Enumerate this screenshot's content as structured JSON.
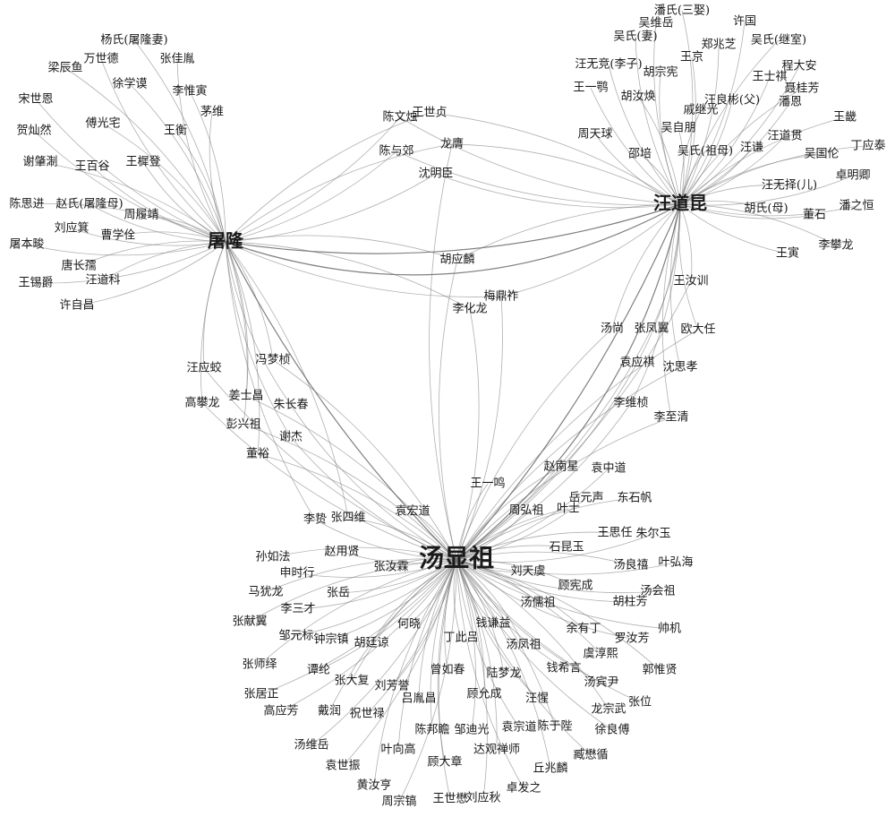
{
  "hubs": [
    {
      "id": "tang",
      "label": "汤显祖"
    },
    {
      "id": "tu",
      "label": "屠隆"
    },
    {
      "id": "wang",
      "label": "汪道昆"
    }
  ],
  "nodes": [
    {
      "label": "杨氏(屠隆妻)",
      "links": [
        "tu"
      ]
    },
    {
      "label": "万世德",
      "links": [
        "tu"
      ]
    },
    {
      "label": "梁辰鱼",
      "links": [
        "tu"
      ]
    },
    {
      "label": "张佳胤",
      "links": [
        "tu"
      ]
    },
    {
      "label": "徐学谟",
      "links": [
        "tu"
      ]
    },
    {
      "label": "宋世恩",
      "links": [
        "tu"
      ]
    },
    {
      "label": "李惟寅",
      "links": [
        "tu"
      ]
    },
    {
      "label": "茅维",
      "links": [
        "tu"
      ]
    },
    {
      "label": "傅光宅",
      "links": [
        "tu"
      ]
    },
    {
      "label": "贺灿然",
      "links": [
        "tu"
      ]
    },
    {
      "label": "王衡",
      "links": [
        "tu"
      ]
    },
    {
      "label": "王樨登",
      "links": [
        "tu"
      ]
    },
    {
      "label": "谢肇淛",
      "links": [
        "tu"
      ]
    },
    {
      "label": "王百谷",
      "links": [
        "tu"
      ]
    },
    {
      "label": "陈思进",
      "links": [
        "tu"
      ]
    },
    {
      "label": "赵氏(屠隆母)",
      "links": [
        "tu"
      ]
    },
    {
      "label": "周履靖",
      "links": [
        "tu"
      ]
    },
    {
      "label": "刘应箕",
      "links": [
        "tu"
      ]
    },
    {
      "label": "曹学佺",
      "links": [
        "tu"
      ]
    },
    {
      "label": "屠本畯",
      "links": [
        "tu"
      ]
    },
    {
      "label": "唐长孺",
      "links": [
        "tu"
      ]
    },
    {
      "label": "王锡爵",
      "links": [
        "tu"
      ]
    },
    {
      "label": "汪道科",
      "links": [
        "tu"
      ]
    },
    {
      "label": "许自昌",
      "links": [
        "tu"
      ]
    },
    {
      "label": "陈文烛",
      "links": [
        "tu",
        "wang"
      ]
    },
    {
      "label": "王世贞",
      "links": [
        "tu",
        "wang"
      ]
    },
    {
      "label": "陈与郊",
      "links": [
        "tu",
        "wang"
      ]
    },
    {
      "label": "龙膺",
      "links": [
        "tu",
        "wang",
        "tang"
      ]
    },
    {
      "label": "沈明臣",
      "links": [
        "tu",
        "wang"
      ]
    },
    {
      "label": "胡应麟",
      "links": [
        "tu",
        "wang",
        "tang"
      ]
    },
    {
      "label": "梅鼎祚",
      "links": [
        "tu",
        "wang",
        "tang"
      ]
    },
    {
      "label": "李化龙",
      "links": [
        "tu",
        "tang"
      ]
    },
    {
      "label": "汪应蛟",
      "links": [
        "tu",
        "tang"
      ]
    },
    {
      "label": "冯梦桢",
      "links": [
        "tu",
        "tang"
      ]
    },
    {
      "label": "高攀龙",
      "links": [
        "tu",
        "tang"
      ]
    },
    {
      "label": "姜士昌",
      "links": [
        "tu",
        "tang"
      ]
    },
    {
      "label": "朱长春",
      "links": [
        "tu",
        "tang"
      ]
    },
    {
      "label": "彭兴祖",
      "links": [
        "tu",
        "tang"
      ]
    },
    {
      "label": "谢杰",
      "links": [
        "tu",
        "tang"
      ]
    },
    {
      "label": "董裕",
      "links": [
        "tu",
        "tang"
      ]
    },
    {
      "label": "李贽",
      "links": [
        "tu",
        "tang"
      ]
    },
    {
      "label": "张四维",
      "links": [
        "tu",
        "tang"
      ]
    },
    {
      "label": "潘氏(三娶)",
      "links": [
        "wang"
      ]
    },
    {
      "label": "吴维岳",
      "links": [
        "wang"
      ]
    },
    {
      "label": "许国",
      "links": [
        "wang"
      ]
    },
    {
      "label": "吴氏(妻)",
      "links": [
        "wang"
      ]
    },
    {
      "label": "郑兆芝",
      "links": [
        "wang"
      ]
    },
    {
      "label": "吴氏(继室)",
      "links": [
        "wang"
      ]
    },
    {
      "label": "王京",
      "links": [
        "wang"
      ]
    },
    {
      "label": "汪无竞(李子)",
      "links": [
        "wang"
      ]
    },
    {
      "label": "程大安",
      "links": [
        "wang"
      ]
    },
    {
      "label": "胡宗宪",
      "links": [
        "wang"
      ]
    },
    {
      "label": "王士祺",
      "links": [
        "wang"
      ]
    },
    {
      "label": "王一鹗",
      "links": [
        "wang"
      ]
    },
    {
      "label": "胡汝焕",
      "links": [
        "wang"
      ]
    },
    {
      "label": "聂桂芳",
      "links": [
        "wang"
      ]
    },
    {
      "label": "汪良彬(父)",
      "links": [
        "wang"
      ]
    },
    {
      "label": "戚继光",
      "links": [
        "wang"
      ]
    },
    {
      "label": "潘恩",
      "links": [
        "wang"
      ]
    },
    {
      "label": "王畿",
      "links": [
        "wang"
      ]
    },
    {
      "label": "吴自朋",
      "links": [
        "wang"
      ]
    },
    {
      "label": "周天球",
      "links": [
        "wang"
      ]
    },
    {
      "label": "汪道贯",
      "links": [
        "wang"
      ]
    },
    {
      "label": "丁应泰",
      "links": [
        "wang"
      ]
    },
    {
      "label": "邵培",
      "links": [
        "wang"
      ]
    },
    {
      "label": "吴氏(祖母)",
      "links": [
        "wang"
      ]
    },
    {
      "label": "汪谦",
      "links": [
        "wang"
      ]
    },
    {
      "label": "吴国伦",
      "links": [
        "wang"
      ]
    },
    {
      "label": "卓明卿",
      "links": [
        "wang"
      ]
    },
    {
      "label": "汪无择(儿)",
      "links": [
        "wang"
      ]
    },
    {
      "label": "潘之恒",
      "links": [
        "wang"
      ]
    },
    {
      "label": "胡氏(母)",
      "links": [
        "wang"
      ]
    },
    {
      "label": "董石",
      "links": [
        "wang"
      ]
    },
    {
      "label": "李攀龙",
      "links": [
        "wang"
      ]
    },
    {
      "label": "王寅",
      "links": [
        "wang"
      ]
    },
    {
      "label": "王汝训",
      "links": [
        "wang",
        "tang"
      ]
    },
    {
      "label": "汤尚",
      "links": [
        "wang",
        "tang"
      ]
    },
    {
      "label": "张凤翼",
      "links": [
        "wang",
        "tang"
      ]
    },
    {
      "label": "欧大任",
      "links": [
        "wang",
        "tang"
      ]
    },
    {
      "label": "袁应祺",
      "links": [
        "wang",
        "tang"
      ]
    },
    {
      "label": "沈思孝",
      "links": [
        "wang",
        "tang"
      ]
    },
    {
      "label": "李维桢",
      "links": [
        "wang",
        "tang"
      ]
    },
    {
      "label": "李至清",
      "links": [
        "wang",
        "tang"
      ]
    },
    {
      "label": "赵南星",
      "links": [
        "tang"
      ]
    },
    {
      "label": "袁中道",
      "links": [
        "tang"
      ]
    },
    {
      "label": "王一鸣",
      "links": [
        "tang"
      ]
    },
    {
      "label": "岳元声",
      "links": [
        "tang"
      ]
    },
    {
      "label": "东石帆",
      "links": [
        "tang"
      ]
    },
    {
      "label": "周弘祖",
      "links": [
        "tang"
      ]
    },
    {
      "label": "叶士",
      "links": [
        "tang"
      ]
    },
    {
      "label": "袁宏道",
      "links": [
        "tang"
      ]
    },
    {
      "label": "王思任",
      "links": [
        "tang"
      ]
    },
    {
      "label": "朱尔玉",
      "links": [
        "tang"
      ]
    },
    {
      "label": "石昆玉",
      "links": [
        "tang"
      ]
    },
    {
      "label": "孙如法",
      "links": [
        "tang"
      ]
    },
    {
      "label": "赵用贤",
      "links": [
        "tang"
      ]
    },
    {
      "label": "刘天虞",
      "links": [
        "tang"
      ]
    },
    {
      "label": "汤良禧",
      "links": [
        "tang"
      ]
    },
    {
      "label": "叶弘海",
      "links": [
        "tang"
      ]
    },
    {
      "label": "申时行",
      "links": [
        "tang"
      ]
    },
    {
      "label": "张汝霖",
      "links": [
        "tang"
      ]
    },
    {
      "label": "顾宪成",
      "links": [
        "tang"
      ]
    },
    {
      "label": "马犹龙",
      "links": [
        "tang"
      ]
    },
    {
      "label": "张岳",
      "links": [
        "tang"
      ]
    },
    {
      "label": "汤会祖",
      "links": [
        "tang"
      ]
    },
    {
      "label": "汤儒祖",
      "links": [
        "tang"
      ]
    },
    {
      "label": "胡柱芳",
      "links": [
        "tang"
      ]
    },
    {
      "label": "李三才",
      "links": [
        "tang"
      ]
    },
    {
      "label": "张献翼",
      "links": [
        "tang"
      ]
    },
    {
      "label": "何晓",
      "links": [
        "tang"
      ]
    },
    {
      "label": "钱谦益",
      "links": [
        "tang"
      ]
    },
    {
      "label": "余有丁",
      "links": [
        "tang"
      ]
    },
    {
      "label": "帅机",
      "links": [
        "tang"
      ]
    },
    {
      "label": "邹元标",
      "links": [
        "tang"
      ]
    },
    {
      "label": "丁此吕",
      "links": [
        "tang"
      ]
    },
    {
      "label": "钟宗镇",
      "links": [
        "tang"
      ]
    },
    {
      "label": "胡廷谅",
      "links": [
        "tang"
      ]
    },
    {
      "label": "汤凤祖",
      "links": [
        "tang"
      ]
    },
    {
      "label": "罗汝芳",
      "links": [
        "tang"
      ]
    },
    {
      "label": "虞淳熙",
      "links": [
        "tang"
      ]
    },
    {
      "label": "张师绎",
      "links": [
        "tang"
      ]
    },
    {
      "label": "谭纶",
      "links": [
        "tang"
      ]
    },
    {
      "label": "曾如春",
      "links": [
        "tang"
      ]
    },
    {
      "label": "陆梦龙",
      "links": [
        "tang"
      ]
    },
    {
      "label": "钱希言",
      "links": [
        "tang"
      ]
    },
    {
      "label": "郭惟贤",
      "links": [
        "tang"
      ]
    },
    {
      "label": "张大复",
      "links": [
        "tang"
      ]
    },
    {
      "label": "刘芳誉",
      "links": [
        "tang"
      ]
    },
    {
      "label": "汤宾尹",
      "links": [
        "tang"
      ]
    },
    {
      "label": "张居正",
      "links": [
        "tang"
      ]
    },
    {
      "label": "吕胤昌",
      "links": [
        "tang"
      ]
    },
    {
      "label": "顾允成",
      "links": [
        "tang"
      ]
    },
    {
      "label": "张位",
      "links": [
        "tang"
      ]
    },
    {
      "label": "高应芳",
      "links": [
        "tang"
      ]
    },
    {
      "label": "戴润",
      "links": [
        "tang"
      ]
    },
    {
      "label": "祝世禄",
      "links": [
        "tang"
      ]
    },
    {
      "label": "汪惺",
      "links": [
        "tang"
      ]
    },
    {
      "label": "龙宗武",
      "links": [
        "tang"
      ]
    },
    {
      "label": "陈邦瞻",
      "links": [
        "tang"
      ]
    },
    {
      "label": "邹迪光",
      "links": [
        "tang"
      ]
    },
    {
      "label": "袁宗道",
      "links": [
        "tang"
      ]
    },
    {
      "label": "陈于陛",
      "links": [
        "tang"
      ]
    },
    {
      "label": "徐良傅",
      "links": [
        "tang"
      ]
    },
    {
      "label": "汤维岳",
      "links": [
        "tang"
      ]
    },
    {
      "label": "叶向高",
      "links": [
        "tang"
      ]
    },
    {
      "label": "达观禅师",
      "links": [
        "tang"
      ]
    },
    {
      "label": "臧懋循",
      "links": [
        "tang"
      ]
    },
    {
      "label": "袁世振",
      "links": [
        "tang"
      ]
    },
    {
      "label": "顾大章",
      "links": [
        "tang"
      ]
    },
    {
      "label": "丘兆麟",
      "links": [
        "tang"
      ]
    },
    {
      "label": "黄汝亨",
      "links": [
        "tang"
      ]
    },
    {
      "label": "周宗镐",
      "links": [
        "tang"
      ]
    },
    {
      "label": "王世懋",
      "links": [
        "tang"
      ]
    },
    {
      "label": "刘应秋",
      "links": [
        "tang"
      ]
    },
    {
      "label": "卓发之",
      "links": [
        "tang"
      ]
    }
  ]
}
